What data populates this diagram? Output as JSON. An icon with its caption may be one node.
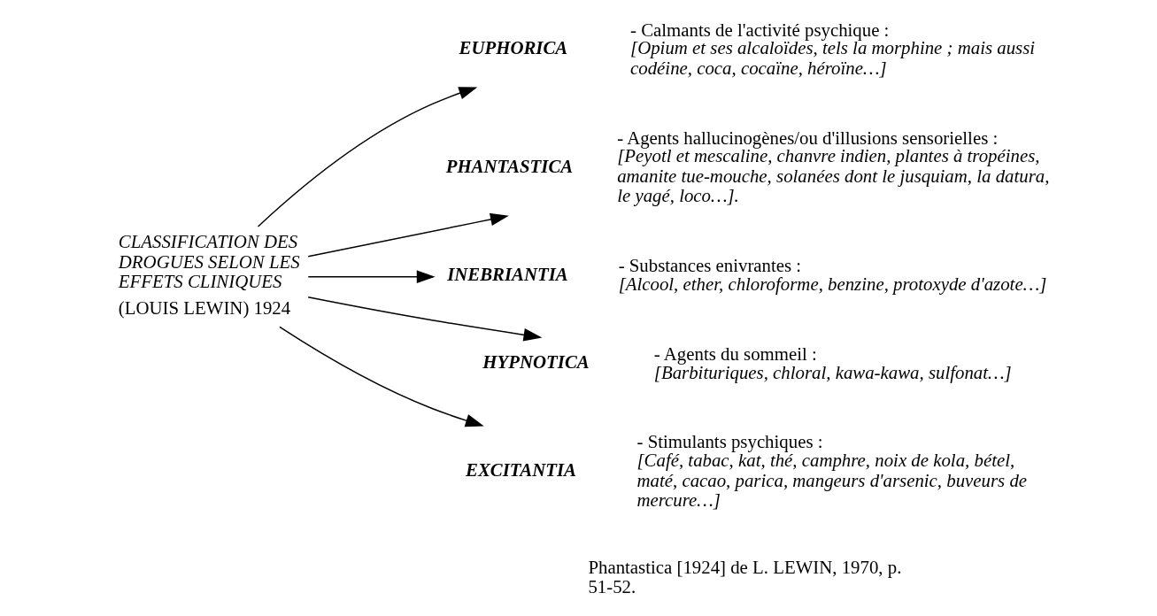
{
  "diagram": {
    "nodes": [
      {
        "text": [
          "CLASSIFICATION DES DROGUES SELON LES EFFETS CLINIQUES",
          "(LOUIS LEWIN) 1924"
        ]
      },
      {
        "text": [
          "EUPHORICA"
        ],
        "beside": [
          "- Calmants de l'activité psychique :",
          "[Opium et ses alcaloïdes, tels la morphine ; mais aussi codéine, coca, cocaïne, héroïne…]"
        ]
      },
      {
        "text": [
          "PHANTASTICA"
        ],
        "beside": [
          "- Agents hallucinogènes/ou d'illusions sensorielles :",
          "[Peyotl et mescaline, chanvre indien, plantes à tropéines, amanite tue-mouche, solanées dont le jusquiam, la datura, le yagé, loco…]."
        ]
      },
      {
        "text": [
          "INEBRIANTIA"
        ],
        "beside": [
          "- Substances enivrantes :",
          "[Alcool, ether, chloroforme, benzine, protoxyde d'azote…]"
        ]
      },
      {
        "text": [
          "HYPNOTICA"
        ],
        "beside": [
          "- Agents du sommeil :",
          "[Barbituriques, chloral, kawa-kawa, sulfonat…]"
        ]
      },
      {
        "text": [
          "EXCITANTIA"
        ],
        "beside": [
          "- Stimulants psychiques :",
          "[Café, tabac, kat, thé, camphre, noix de kola, bétel, maté, cacao, parica, mangeurs d'arsenic, buveurs de mercure…]"
        ]
      }
    ],
    "edges": [
      {
        "from": 0,
        "to": 1,
        "arrow": "to"
      },
      {
        "from": 0,
        "to": 2,
        "arrow": "to"
      },
      {
        "from": 0,
        "to": 3,
        "arrow": "to"
      },
      {
        "from": 0,
        "to": 4,
        "arrow": "to"
      },
      {
        "from": 0,
        "to": 5,
        "arrow": "to"
      }
    ],
    "labels": [
      "Phantastica [1924] de L. LEWIN, 1970, p. 51-52."
    ]
  }
}
